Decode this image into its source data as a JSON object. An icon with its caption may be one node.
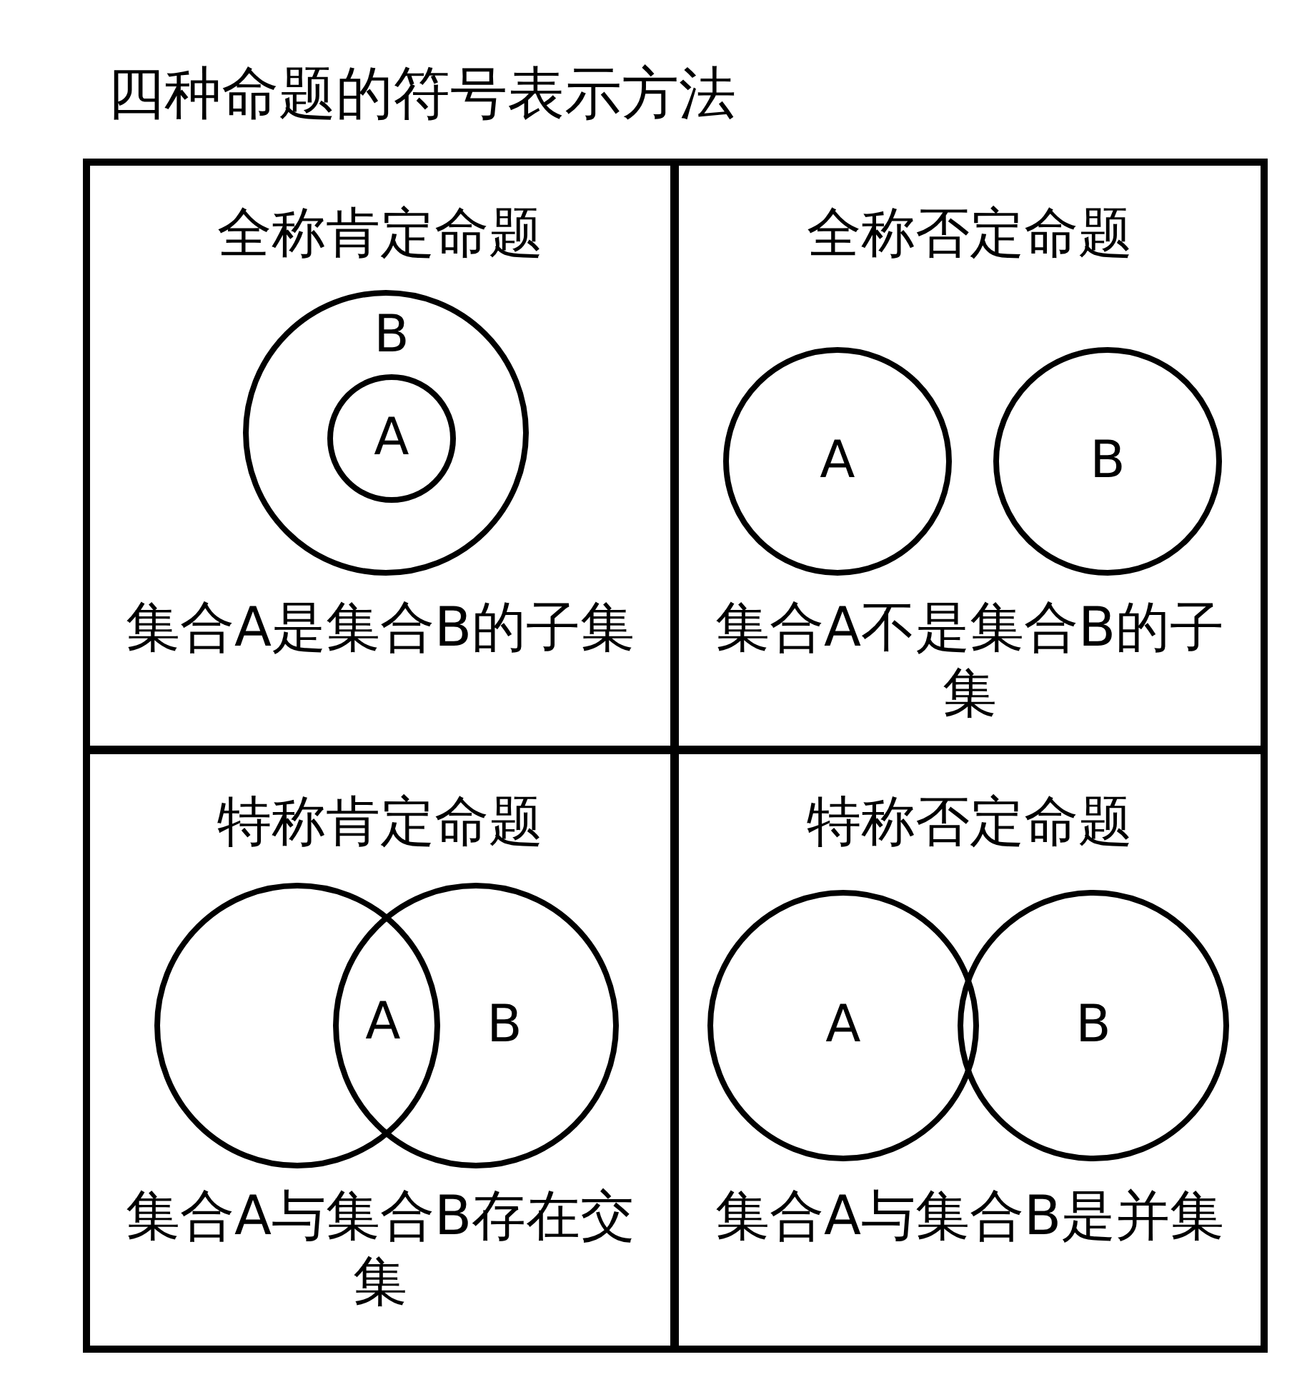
{
  "diagram": {
    "title": "四种命题的符号表示方法",
    "nodes": [
      {
        "text": [
          "全称肯定命题",
          "集合A是集合B的子集"
        ]
      },
      {
        "text": [
          "B"
        ],
        "in": 0
      },
      {
        "text": [
          "A"
        ],
        "in": 1
      },
      {
        "text": [
          "全称否定命题",
          "集合A不是集合B的子集"
        ]
      },
      {
        "text": [
          "A"
        ],
        "in": 3
      },
      {
        "text": [
          "B"
        ],
        "in": 3
      },
      {
        "text": [
          "特称肯定命题",
          "集合A与集合B存在交集"
        ]
      },
      {
        "text": [],
        "shape": "circle",
        "in": 6
      },
      {
        "text": [
          "B"
        ],
        "in": 6
      },
      {
        "text": [
          "特称否定命题",
          "集合A与集合B是并集"
        ]
      },
      {
        "text": [
          "A"
        ],
        "in": 9
      },
      {
        "text": [
          "B"
        ],
        "in": 9
      }
    ],
    "labels": [
      "A"
    ]
  }
}
